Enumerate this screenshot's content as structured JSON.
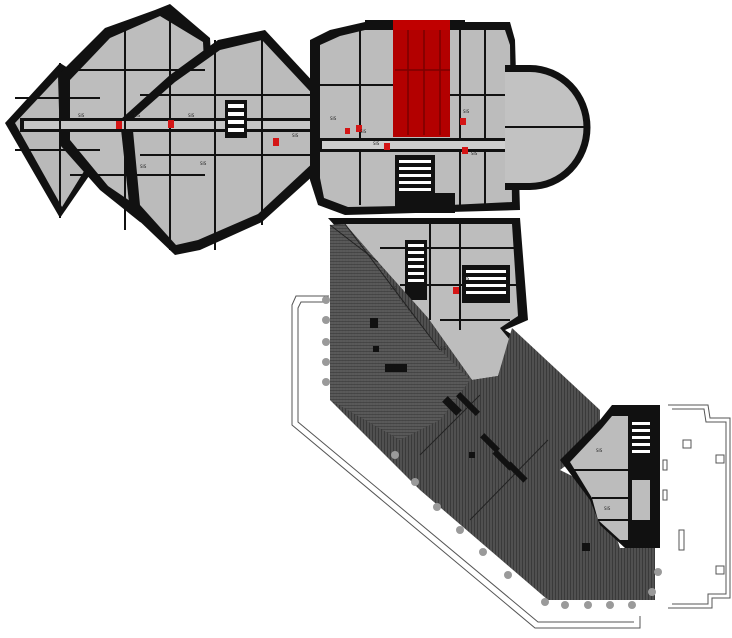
{
  "plan": {
    "wall_color": "#111111",
    "room_fill": "#b9b9b9",
    "room_fill_light": "#cfcfcf",
    "terrace_fill": "#4a4a4a",
    "terrace_fill_dark": "#3a3a3a",
    "accent_red": "#b30000",
    "door_red": "#d41515",
    "outline_color": "#333333",
    "room_labels": [
      "SIS",
      "SIS",
      "SIS",
      "SIS",
      "SIS",
      "SIS",
      "SIS",
      "SIS",
      "SIS",
      "SIS",
      "SIS",
      "SIS",
      "SIS",
      "SIS",
      "SIS",
      "SIS"
    ]
  }
}
